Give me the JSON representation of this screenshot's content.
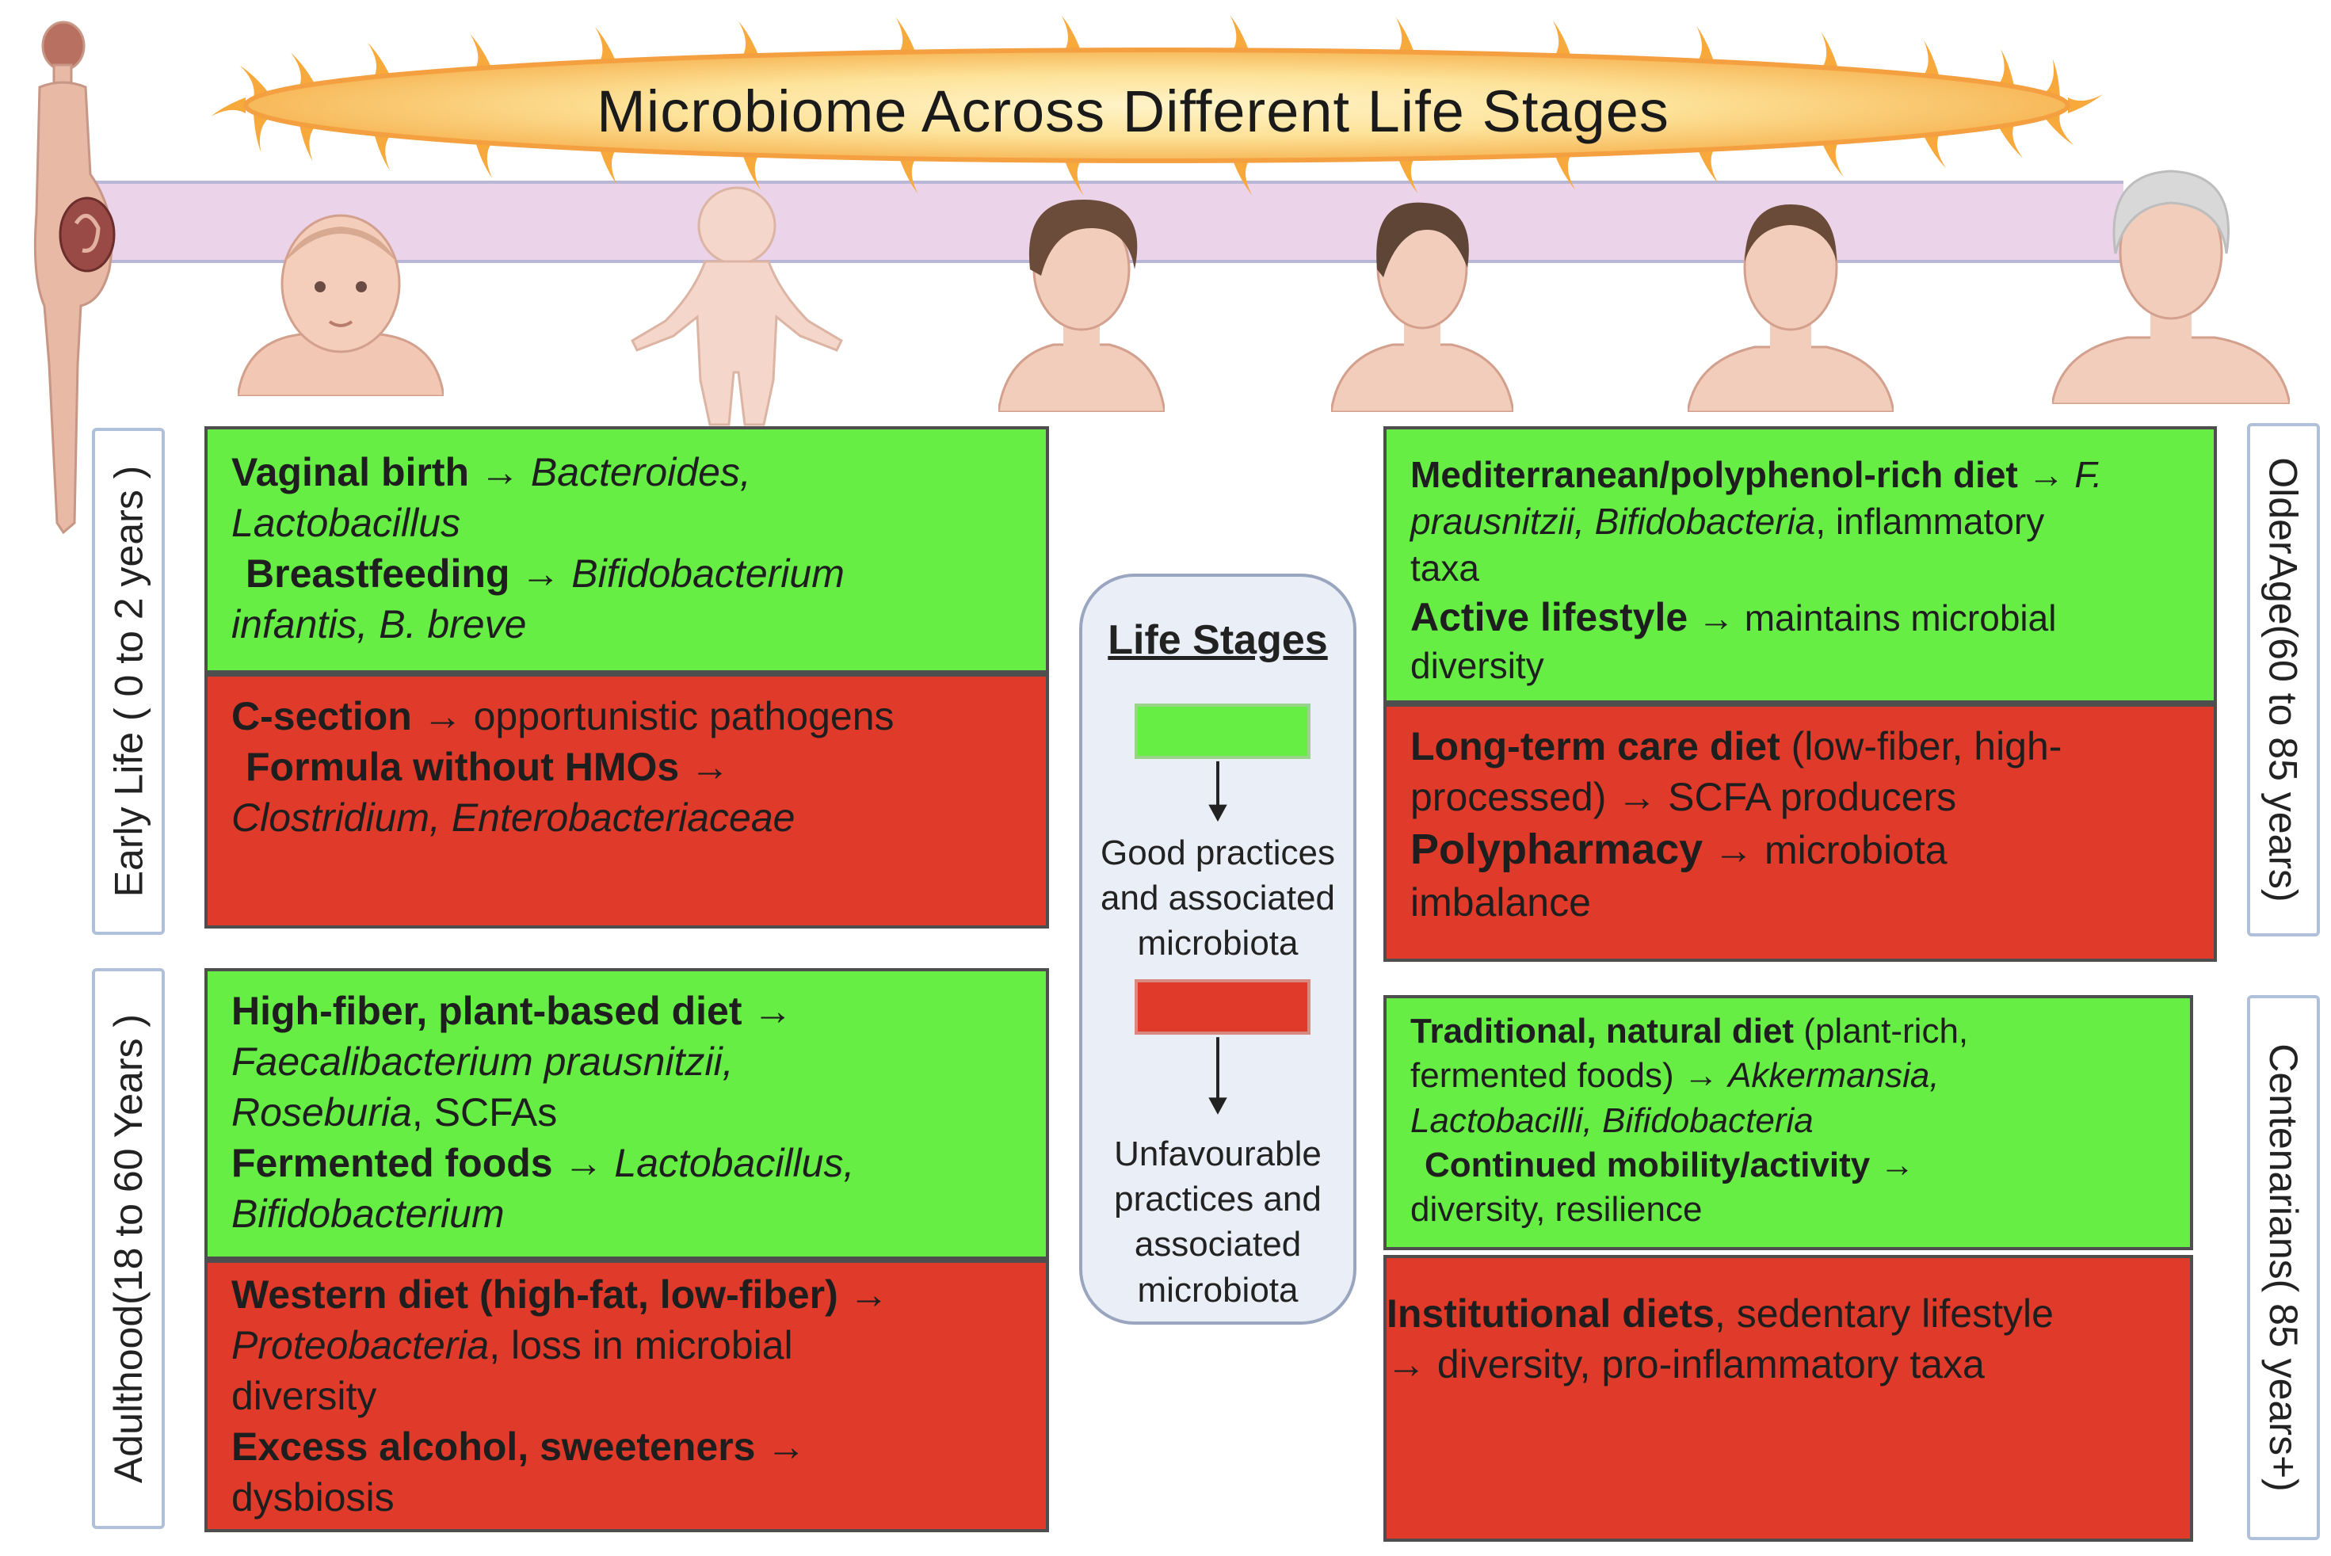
{
  "title": "Microbiome Across Different Life Stages",
  "colors": {
    "good": "#66ee44",
    "bad": "#e03a2a",
    "band": "#ebd3ea",
    "sun": "#f7b95a"
  },
  "figures": [
    "pregnant-woman",
    "newborn",
    "toddler",
    "child",
    "young-adult",
    "adult",
    "elderly"
  ],
  "side_labels": {
    "early_life": "Early Life ( 0 to 2 years )",
    "adulthood": "Adulthood(18 to 60 Years )",
    "older_age": "OlderAge(60 to 85 years)",
    "centenarians": "Centenarians( 85 years+)"
  },
  "early_life": {
    "good": {
      "l1a": "Vaginal birth",
      "l1b": " → ",
      "l1c": "Bacteroides,",
      "l2": "Lactobacillus",
      "l3a": "Breastfeeding",
      "l3b": " → ",
      "l3c": "Bifidobacterium",
      "l4": "infantis, B. breve"
    },
    "bad": {
      "l1a": "C-section",
      "l1b": " → opportunistic pathogens",
      "l2a": "Formula without HMOs",
      "l2b": " →",
      "l3": "Clostridium, Enterobacteriaceae"
    }
  },
  "adulthood": {
    "good": {
      "l1a": "High-fiber, plant-based diet",
      "l1b": " →",
      "l2": "Faecalibacterium prausnitzii,",
      "l3a": "Roseburia",
      "l3b": ", SCFAs",
      "l4a": "Fermented foods",
      "l4b": " → ",
      "l4c": "Lactobacillus,",
      "l5": "Bifidobacterium"
    },
    "bad": {
      "l1a": "Western diet (high-fat, low-fiber)",
      "l1b": " →",
      "l2a": "Proteobacteria",
      "l2b": ", loss in microbial",
      "l3": "diversity",
      "l4a": "Excess alcohol, sweeteners",
      "l4b": " →",
      "l5": "dysbiosis"
    }
  },
  "older_age": {
    "good": {
      "l1a": "Mediterranean/polyphenol-rich diet",
      "l1b": " → ",
      "l1c": "F.",
      "l2a": "prausnitzii, Bifidobacteria",
      "l2b": ",  inflammatory",
      "l3": "taxa",
      "l4a": "Active lifestyle",
      "l4b": " → maintains microbial",
      "l5": "diversity"
    },
    "bad": {
      "l1a": "Long-term care diet",
      "l1b": " (low-fiber, high-",
      "l2": "processed) →  SCFA producers",
      "l3a": "Polypharmacy",
      "l3b": " → microbiota",
      "l4": "imbalance"
    }
  },
  "centenarians": {
    "good": {
      "l1a": "Traditional, natural diet",
      "l1b": " (plant-rich,",
      "l2a": "fermented foods) → ",
      "l2b": "Akkermansia,",
      "l3": "Lactobacilli, Bifidobacteria",
      "l4a": "Continued mobility/activity",
      "l4b": " →",
      "l5": "diversity, resilience"
    },
    "bad": {
      "l1a": "Institutional diets",
      "l1b": ", sedentary lifestyle",
      "l2": "→ diversity, pro-inflammatory taxa"
    }
  },
  "legend": {
    "title": "Life Stages",
    "good_text": [
      "Good practices",
      "and associated",
      "microbiota"
    ],
    "bad_text": [
      "Unfavourable",
      "practices and",
      "associated",
      "microbiota"
    ]
  }
}
